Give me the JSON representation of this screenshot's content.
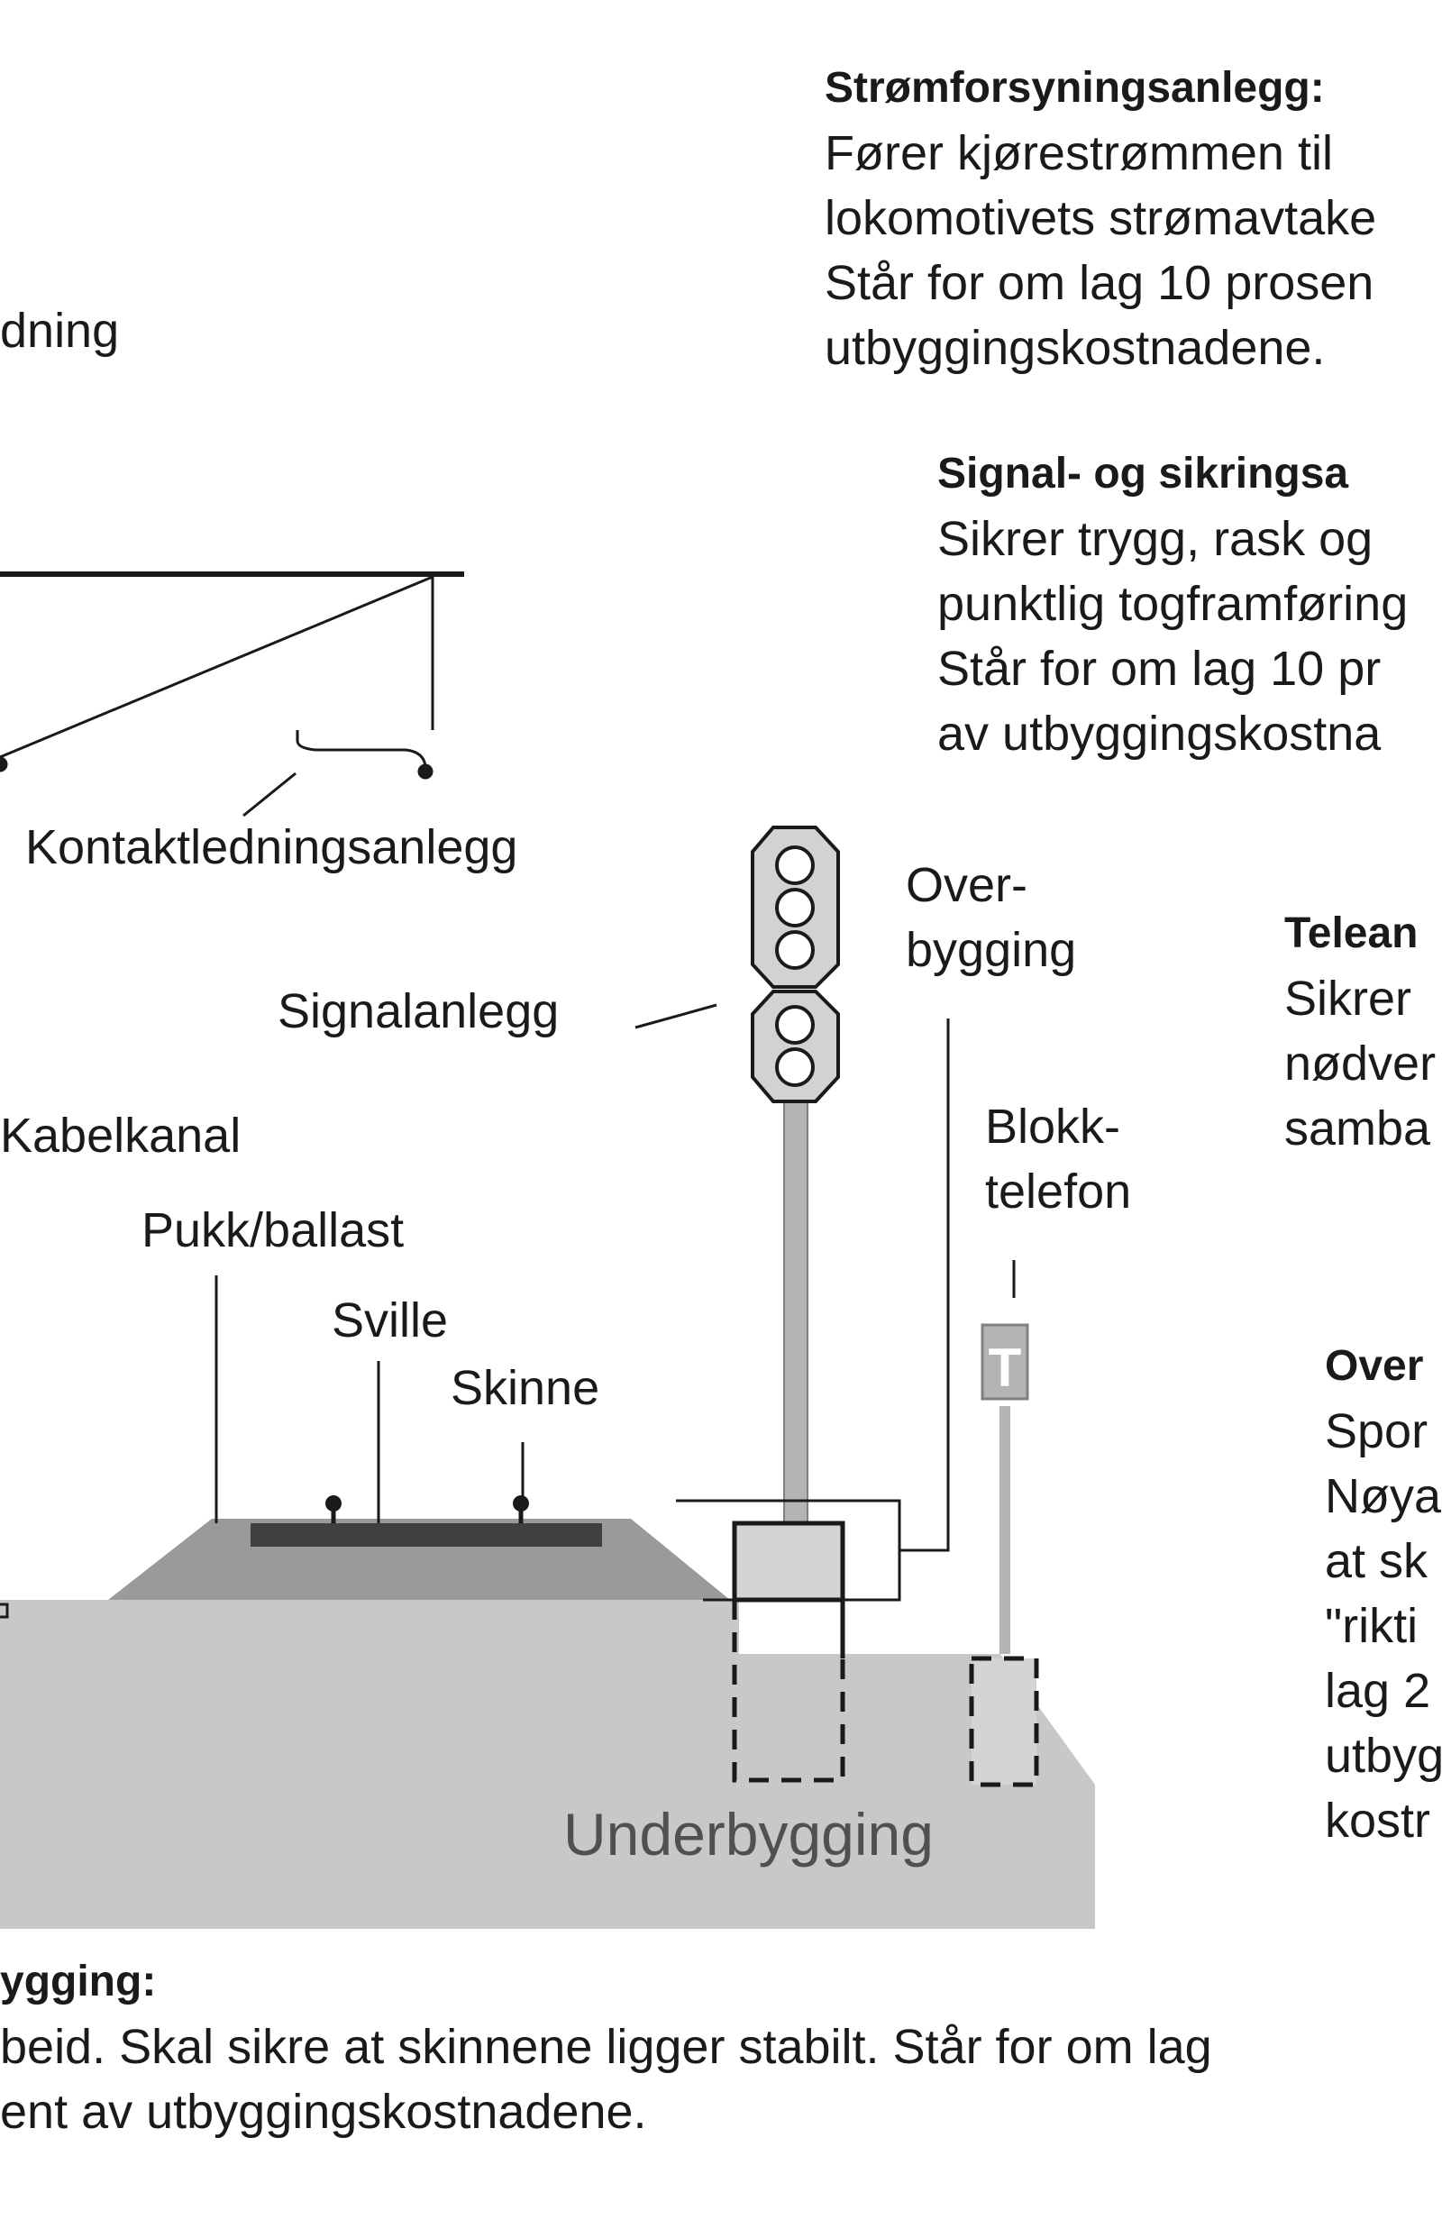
{
  "labels": {
    "top_left_partial": "dning",
    "contact_line": "Kontaktledningsanlegg",
    "signal": "Signalanlegg",
    "cable_channel": "Kabelkanal",
    "ballast": "Pukk/ballast",
    "sleeper": "Sville",
    "rail": "Skinne",
    "superstructure_1": "Over-",
    "superstructure_2": "bygging",
    "block_phone_1": "Blokk-",
    "block_phone_2": "telefon",
    "block_phone_symbol": "T",
    "substructure": "Underbygging"
  },
  "boxes": {
    "power": {
      "heading": "Strømforsyningsanlegg:",
      "lines": [
        "Fører kjørestrømmen til",
        "lokomotivets strømavtake",
        "Står for om lag 10 prosen",
        "utbyggingskostnadene."
      ]
    },
    "signal": {
      "heading": "Signal- og sikringsa",
      "lines": [
        "Sikrer trygg, rask og",
        "punktlig togframføring",
        "Står for om lag 10 pr",
        "av utbyggingskostna"
      ]
    },
    "tele": {
      "heading": "Telean",
      "lines": [
        "Sikrer",
        "nødver",
        "samba"
      ]
    },
    "over": {
      "heading": "Over",
      "lines": [
        "Spor",
        "Nøya",
        "at sk",
        "\"rikti",
        "lag 2",
        "utbyg",
        "kostr"
      ]
    },
    "under": {
      "heading": "ygging:",
      "lines": [
        "beid. Skal sikre at skinnene ligger stabilt. Står for om lag",
        "ent av utbyggingskostnadene."
      ]
    }
  },
  "colors": {
    "ground": "#c8c8c8",
    "embankment": "#9a9a9a",
    "sleeper": "#404040",
    "signal_pole": "#b4b4b4",
    "line": "#1a1a1a"
  }
}
